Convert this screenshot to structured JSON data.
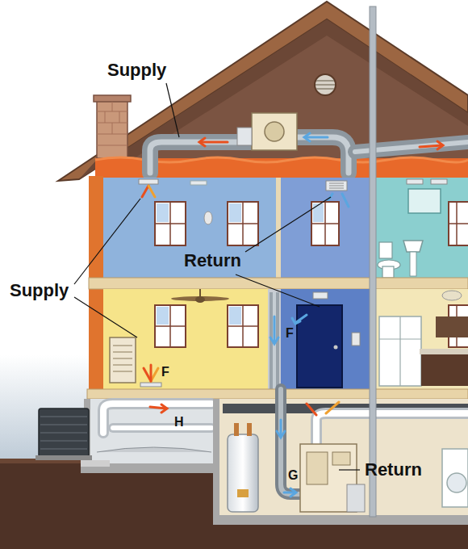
{
  "diagram": {
    "labels": [
      "Supply",
      "Supply",
      "Return",
      "Return",
      "F",
      "F",
      "H",
      "G"
    ]
  }
}
